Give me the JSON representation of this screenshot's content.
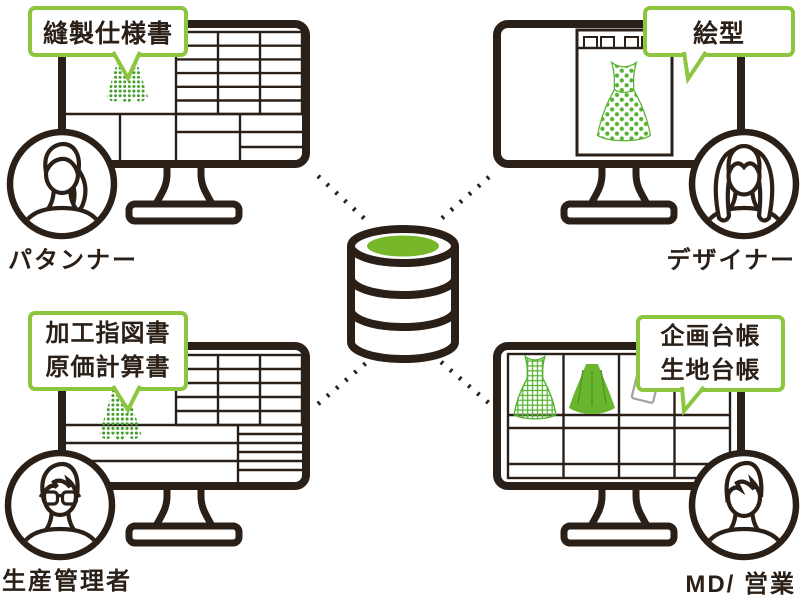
{
  "diagram": {
    "type": "hub-and-spoke system diagram",
    "center": {
      "icon": "database-icon",
      "top_color": "#76b82a"
    },
    "colors": {
      "outline_ink": "#2b2018",
      "accent_green": "#76b82a",
      "bubble_border": "#8cc63f",
      "pattern_green": "#55b230",
      "halftone_green": "#459d2e",
      "tag_gray": "#a3a39b"
    },
    "quadrants": [
      {
        "id": "patternmaker",
        "role_label": "パタンナー",
        "bubble": {
          "lines": [
            "縫製仕様書"
          ]
        },
        "screen": "spec-sheet-spreadsheet-with-skirt",
        "avatar": "woman-ponytail",
        "icons": [
          "monitor-icon",
          "skirt-icon",
          "speech-bubble"
        ]
      },
      {
        "id": "designer",
        "role_label": "デザイナー",
        "bubble": {
          "lines": [
            "絵型"
          ]
        },
        "screen": "sketch-document-with-polkadot-dress",
        "avatar": "woman-long-hair",
        "icons": [
          "monitor-icon",
          "dress-icon",
          "speech-bubble"
        ]
      },
      {
        "id": "production-manager",
        "role_label": "生産管理者",
        "bubble": {
          "lines": [
            "加工指図書",
            "原価計算書"
          ]
        },
        "screen": "cost-spreadsheet-with-skirt",
        "avatar": "man-glasses",
        "icons": [
          "monitor-icon",
          "skirt-icon",
          "speech-bubble"
        ]
      },
      {
        "id": "md-sales",
        "role_label": "MD/ 営業",
        "bubble": {
          "lines": [
            "企画台帳",
            "生地台帳"
          ]
        },
        "screen": "product-ledger-grid",
        "avatar": "man-short-hair",
        "icons": [
          "monitor-icon",
          "dress-icon",
          "skirt-icon",
          "tag-icon",
          "speech-bubble"
        ]
      }
    ]
  }
}
